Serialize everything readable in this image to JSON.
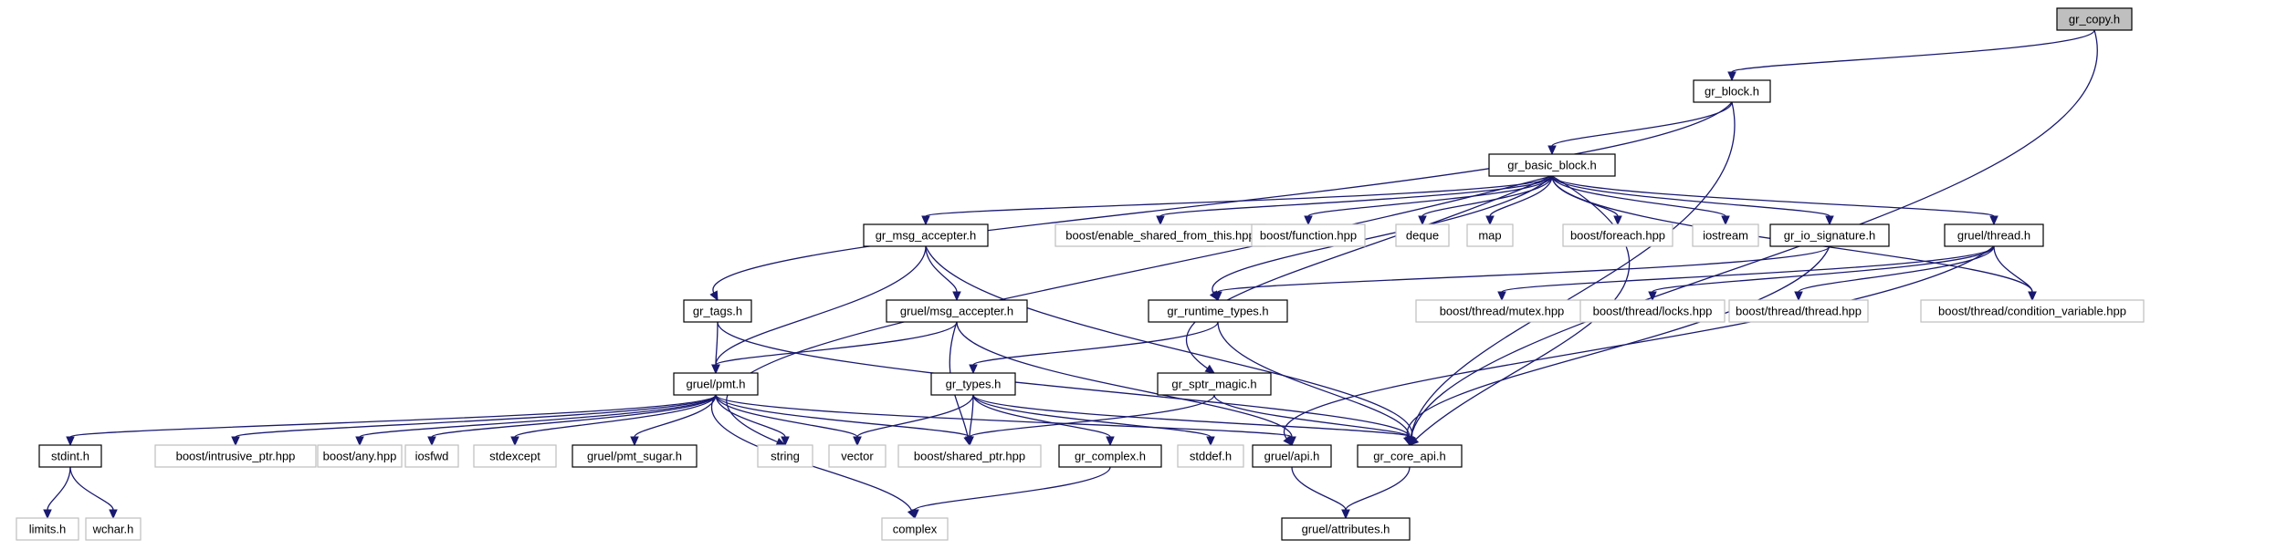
{
  "diagram": {
    "nodes": {
      "gr_copy_h": "gr_copy.h",
      "gr_block_h": "gr_block.h",
      "gr_basic_block_h": "gr_basic_block.h",
      "gr_msg_accepter_h": "gr_msg_accepter.h",
      "gr_tags_h": "gr_tags.h",
      "gruel_msg_accepter_h": "gruel/msg_accepter.h",
      "gr_runtime_types_h": "gr_runtime_types.h",
      "gr_io_signature_h": "gr_io_signature.h",
      "gruel_thread_h": "gruel/thread.h",
      "gr_types_h": "gr_types.h",
      "gr_sptr_magic_h": "gr_sptr_magic.h",
      "gruel_pmt_h": "gruel/pmt.h",
      "stdint_h": "stdint.h",
      "gruel_pmt_sugar_h": "gruel/pmt_sugar.h",
      "gr_complex_h": "gr_complex.h",
      "gruel_api_h": "gruel/api.h",
      "gr_core_api_h": "gr_core_api.h",
      "gruel_attributes_h": "gruel/attributes.h",
      "boost_enable_shared": "boost/enable_shared_from_this.hpp",
      "boost_function": "boost/function.hpp",
      "deque": "deque",
      "map": "map",
      "boost_foreach": "boost/foreach.hpp",
      "iostream": "iostream",
      "boost_thread_mutex": "boost/thread/mutex.hpp",
      "boost_thread_locks": "boost/thread/locks.hpp",
      "boost_thread_thread": "boost/thread/thread.hpp",
      "boost_thread_condvar": "boost/thread/condition_variable.hpp",
      "boost_intrusive_ptr": "boost/intrusive_ptr.hpp",
      "boost_any": "boost/any.hpp",
      "iosfwd": "iosfwd",
      "stdexcept": "stdexcept",
      "string": "string",
      "vector": "vector",
      "boost_shared_ptr": "boost/shared_ptr.hpp",
      "stddef_h": "stddef.h",
      "limits_h": "limits.h",
      "wchar_h": "wchar.h",
      "complex": "complex"
    }
  }
}
